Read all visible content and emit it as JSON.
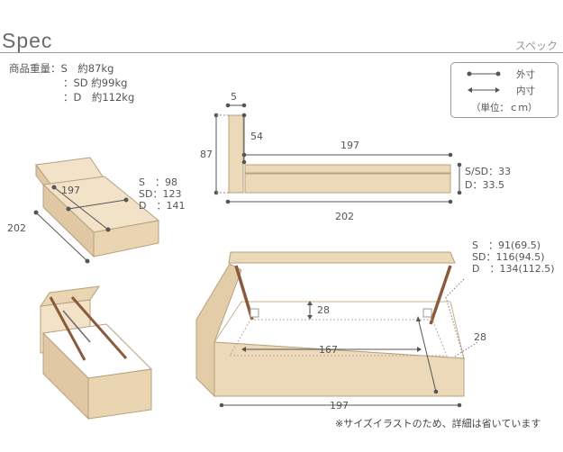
{
  "header": {
    "title": "Spec",
    "subtitle": "スペック"
  },
  "weight": {
    "lines": [
      "商品重量：S　約87kg",
      "：SD 約99kg",
      "：D　約112kg"
    ]
  },
  "legend": {
    "outer_label": "外寸",
    "inner_label": "内寸",
    "unit_label": "（単位：ｃｍ）"
  },
  "side_view": {
    "width_top": "5",
    "height_total": "87",
    "headboard_height": "54",
    "inner_length": "197",
    "outer_length": "202",
    "frame_height_lines": [
      "S/SD：33",
      "D：33.5"
    ]
  },
  "iso_view": {
    "inner_length": "197",
    "outer_length": "202",
    "widths": [
      "S　：98",
      "SD：123",
      "D　：141"
    ]
  },
  "open_view": {
    "width_lines": [
      "S　：91(69.5)",
      "SD：116(94.5)",
      "D　：134(112.5)"
    ],
    "depth": "28",
    "inner_length": "167",
    "outer_length": "197",
    "height": "28"
  },
  "footnote": "※サイズイラストのため、詳細は省いています",
  "colors": {
    "wood": "#ecd9b9",
    "wood_edge": "#b8a07d",
    "line": "#555555",
    "strut": "#8a5a3a"
  }
}
